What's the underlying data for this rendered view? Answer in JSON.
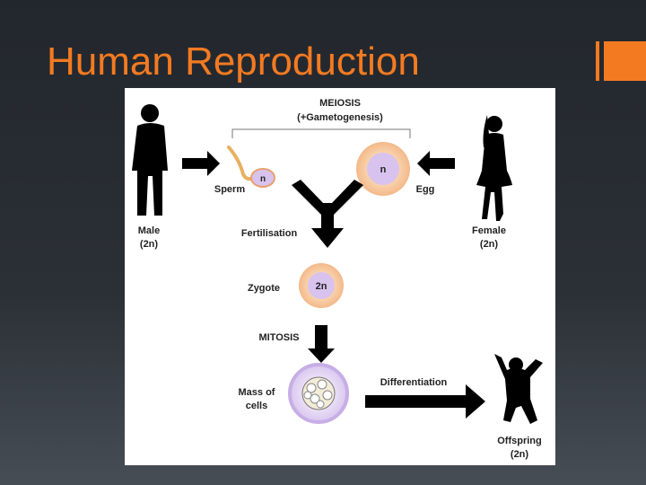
{
  "slide": {
    "title": "Human Reproduction",
    "accent_color": "#f37a21"
  },
  "diagram": {
    "meiosis_label": "MEIOSIS",
    "gametogenesis_label": "(+Gametogenesis)",
    "sperm_label": "Sperm",
    "sperm_ploidy": "n",
    "egg_label": "Egg",
    "egg_ploidy": "n",
    "male_label": "Male",
    "male_ploidy": "(2n)",
    "female_label": "Female",
    "female_ploidy": "(2n)",
    "fertilisation_label": "Fertilisation",
    "zygote_label": "Zygote",
    "zygote_ploidy": "2n",
    "mitosis_label": "MITOSIS",
    "mass_label_line1": "Mass of",
    "mass_label_line2": "cells",
    "differentiation_label": "Differentiation",
    "offspring_label": "Offspring",
    "offspring_ploidy": "(2n)"
  }
}
